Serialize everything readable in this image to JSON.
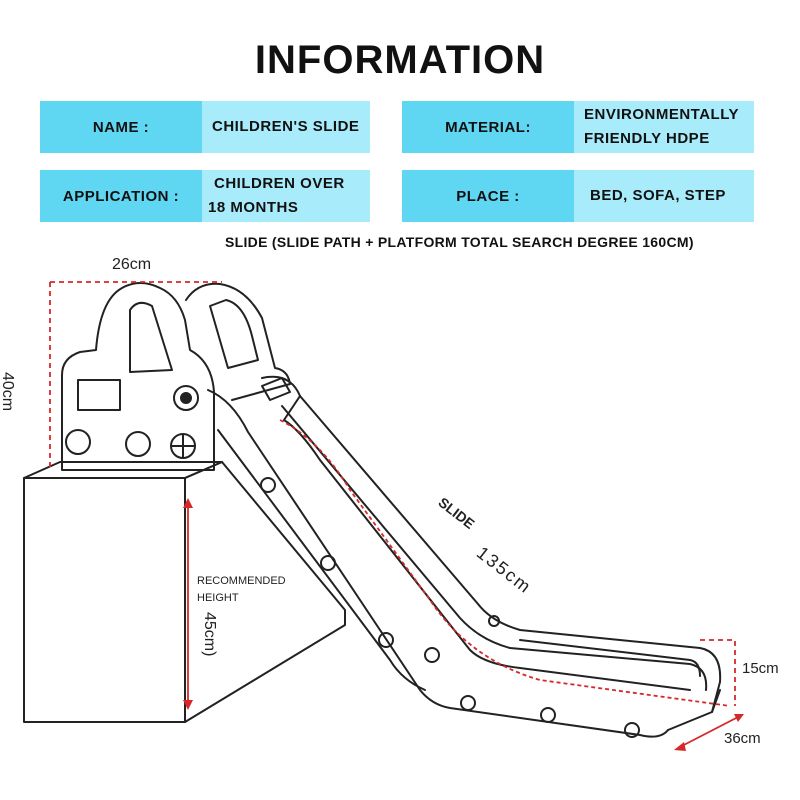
{
  "title": "INFORMATION",
  "info": {
    "name": {
      "label": "NAME   :",
      "value": "CHILDREN'S SLIDE"
    },
    "material": {
      "label": "MATERIAL:",
      "value_line1": "ENVIRONMENTALLY",
      "value_line2": "FRIENDLY HDPE"
    },
    "application": {
      "label": "APPLICATION :",
      "value_line1": "CHILDREN OVER",
      "value_line2": "18 MONTHS"
    },
    "place": {
      "label": "PLACE   :",
      "value": "BED, SOFA, STEP"
    }
  },
  "subtitle": "SLIDE (SLIDE PATH + PLATFORM TOTAL SEARCH DEGREE 160CM)",
  "dimensions": {
    "width_top": "26cm",
    "height_top": "40cm",
    "slide_word": "SLIDE",
    "slide_length": "135cm",
    "end_height": "15cm",
    "end_width": "36cm",
    "recommended_line1": "RECOMMENDED",
    "recommended_line2": "HEIGHT",
    "recommended_value": "45cm)"
  },
  "colors": {
    "label_bg": "#5fd6f2",
    "value_bg": "#a8ecfb",
    "dim_red": "#d62828"
  }
}
